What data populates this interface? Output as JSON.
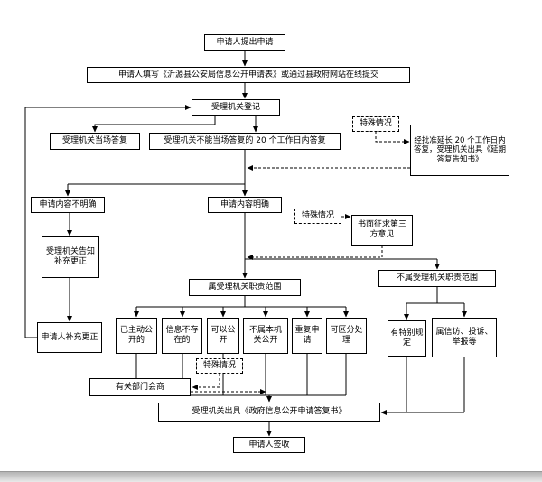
{
  "nodes": {
    "submit": "申请人提出申请",
    "fill_form": "申请人填写《沂源县公安局信息公开申请表》或通过县政府网站在线提交",
    "register": "受理机关登记",
    "onspot": "受理机关当场答复",
    "within20": "受理机关不能当场答复的 20 个工作日内答复",
    "special1": "特殊情况",
    "extension": "经批准延长 20 个工作日内答复，受理机关出具《延期答复告知书》",
    "unclear": "申请内容不明确",
    "clear": "申请内容明确",
    "special2": "特殊情况",
    "third_party": "书面征求第三方意见",
    "notify_correct": "受理机关告知补充更正",
    "supplement": "申请人补充更正",
    "in_scope": "属受理机关职责范围",
    "out_scope": "不属受理机关职责范围",
    "already_public": "已主动公开的",
    "not_exist": "信息不存在的",
    "can_public": "可以公开",
    "not_this_organ": "不属本机关公开",
    "repeat_apply": "重复申请",
    "separable": "可区分处理",
    "special_rules": "有特别规定",
    "petition": "属信访、投诉、举报等",
    "special3": "特殊情况",
    "consult": "有关部门会商",
    "issue_reply": "受理机关出具《政府信息公开申请答复书》",
    "sign": "申请人签收"
  },
  "colors": {
    "line": "#000000",
    "border": "#000000",
    "background": "#ffffff"
  }
}
